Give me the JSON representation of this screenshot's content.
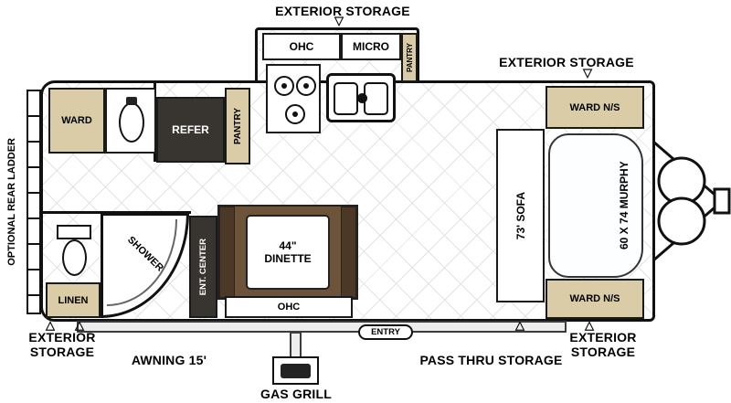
{
  "icons": {
    "arrow_up": "△",
    "arrow_down": "▽"
  },
  "labels": {
    "exterior_storage": "EXTERIOR STORAGE",
    "optional_rear_ladder": "OPTIONAL REAR LADDER",
    "awning": "AWNING 15'",
    "gas_grill": "GAS GRILL",
    "entry": "ENTRY",
    "pass_thru_storage": "PASS THRU STORAGE"
  },
  "furniture": {
    "ward": "WARD",
    "refer": "REFER",
    "pantry": "PANTRY",
    "ohc": "OHC",
    "micro": "MICRO",
    "ward_ns": "WARD N/S",
    "sofa": "73' SOFA",
    "murphy": "60 X 74 MURPHY",
    "linen": "LINEN",
    "shower": "SHOWER",
    "ent_center": "ENT. CENTER",
    "dinette": "44\" DINETTE"
  },
  "colors": {
    "wall": "#111111",
    "cabinet_tan": "#d9cca6",
    "appliance_dark": "#38342f",
    "dinette_brown": "#6d5339",
    "seat_dark": "#4b3826",
    "floor_line": "#e3e3e3"
  }
}
